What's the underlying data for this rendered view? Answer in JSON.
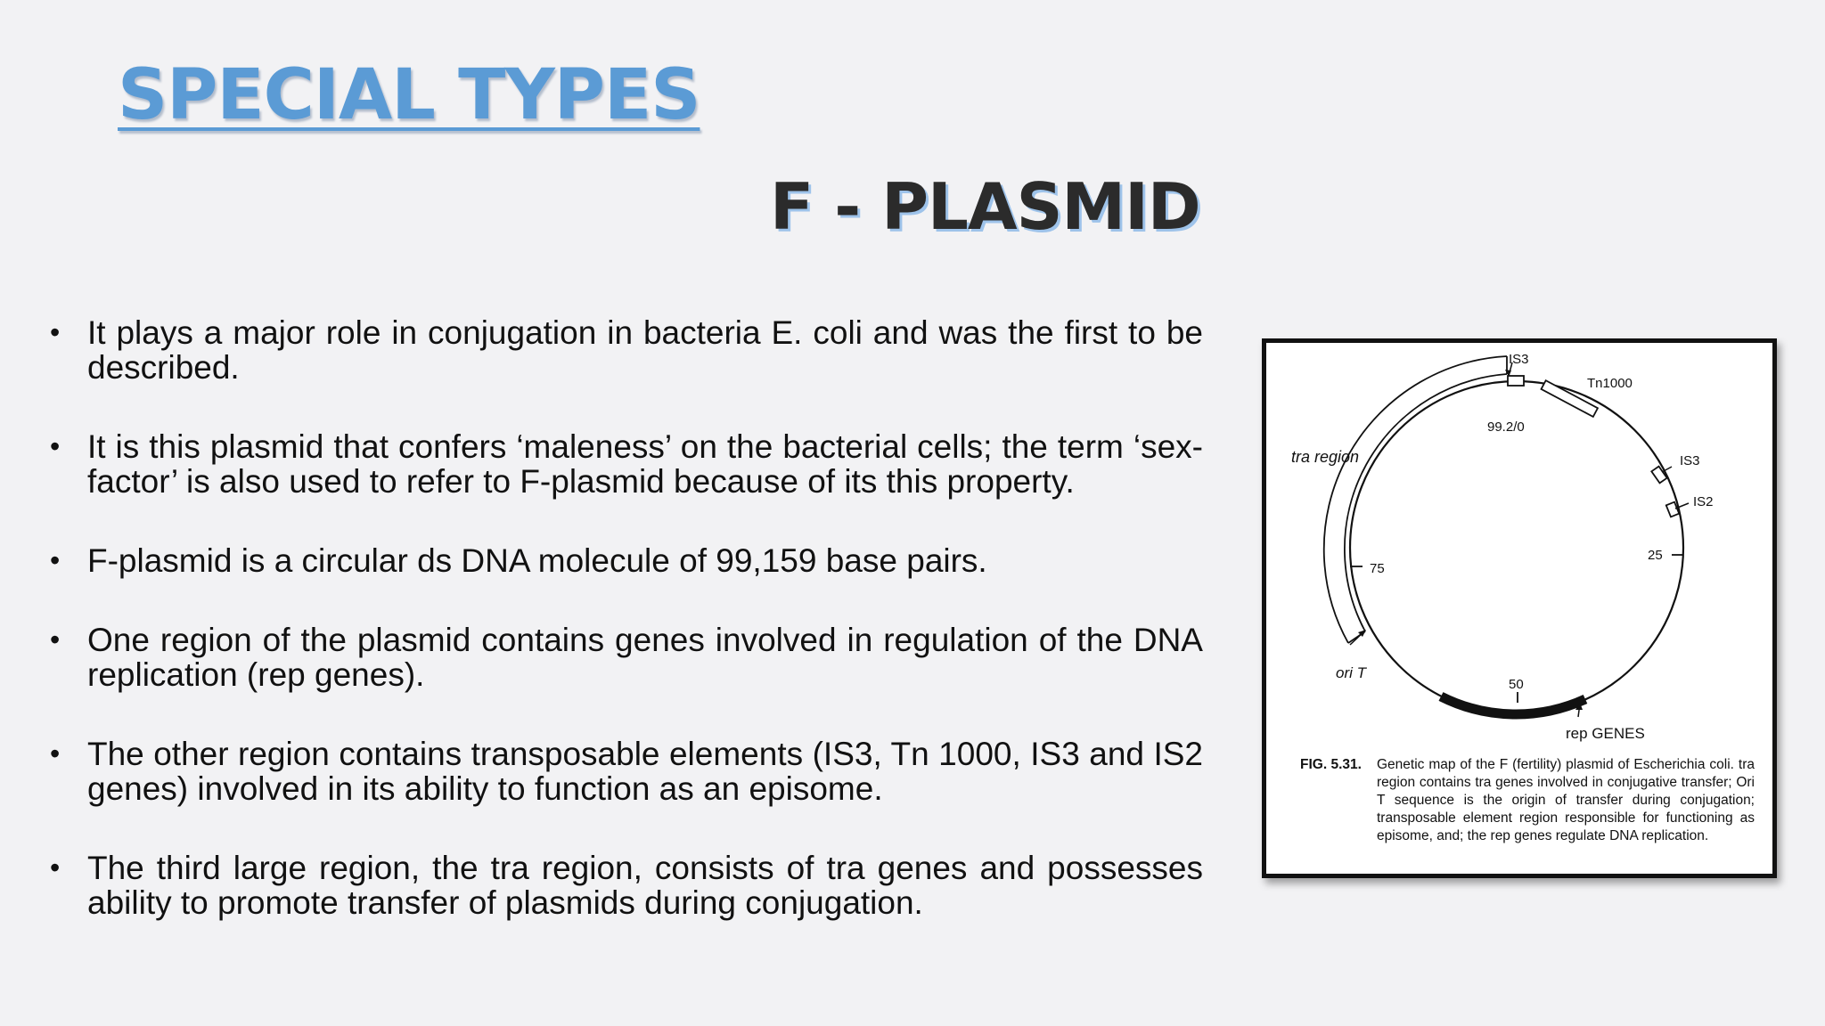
{
  "header": {
    "title": "SPECIAL TYPES",
    "subtitle": "F - PLASMID"
  },
  "bullets": [
    "It plays a major role in conjugation in bacteria E. coli and was the first to be described.",
    "It is this plasmid that confers ‘maleness’ on the bacterial cells; the term ‘sex-factor’ is also used to refer to F-plasmid because of its this property.",
    "F-plasmid is a circular ds DNA molecule of 99,159 base pairs.",
    "One region of the plasmid contains genes involved in regulation of the DNA replication (rep genes).",
    "The other region contains transposable elements (IS3, Tn 1000, IS3 and IS2 genes) involved in its ability to function as an episome.",
    "The third large region, the tra region, consists of tra genes and possesses ability to promote transfer of plasmids during conjugation."
  ],
  "figure": {
    "labels": {
      "is3_top": "IS3",
      "tn1000": "Tn1000",
      "origin": "99.2/0",
      "is3_right": "IS3",
      "is2": "IS2",
      "tra_region": "tra region",
      "mark_75": "75",
      "mark_25": "25",
      "mark_50": "50",
      "ori_t": "ori T",
      "rep_genes": "rep GENES"
    },
    "caption": {
      "lead": "FIG. 5.31.",
      "body": "Genetic map of the F (fertility) plasmid of Escherichia coli. tra region contains tra genes involved in conjugative transfer; Ori T sequence is the origin of transfer during conjugation; transposable element region responsible for functioning as episome, and; the rep genes regulate DNA replication."
    }
  }
}
